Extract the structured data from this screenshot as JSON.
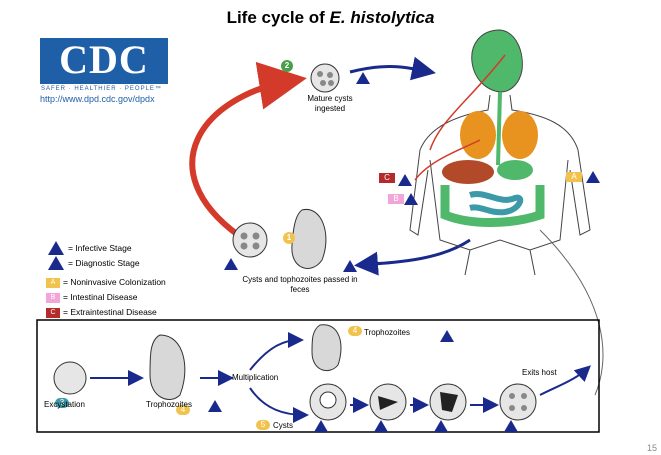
{
  "title": {
    "main": "Life cycle of ",
    "italic": "E. histolytica"
  },
  "logo": {
    "text": "CDC",
    "tagline": "SAFER · HEALTHIER · PEOPLE™",
    "url": "http://www.dpd.cdc.gov/dpdx"
  },
  "steps": {
    "step1": "Cysts and tophozoites passed in feces",
    "step2": "Mature cysts ingested",
    "excystation": "Excystation",
    "trophozoites_1": "Trophozoites",
    "multiplication": "Multiplication",
    "trophozoites_4": "Trophozoites",
    "cysts": "Cysts",
    "exits_host": "Exits host"
  },
  "legend": [
    {
      "symbol": "i",
      "text": "= Infective Stage",
      "color": "#1a2a8c"
    },
    {
      "symbol": "d",
      "text": "= Diagnostic Stage",
      "color": "#1a2a8c"
    },
    {
      "symbol": "A",
      "text": "= Noninvasive Colonization",
      "color": "#f2c24f"
    },
    {
      "symbol": "B",
      "text": "= Intestinal Disease",
      "color": "#f2a6d8"
    },
    {
      "symbol": "C",
      "text": "= Extraintestinal Disease",
      "color": "#b52a2a"
    }
  ],
  "step_numbers": {
    "n1": "1",
    "n2": "2",
    "n3": "3",
    "n4a": "4",
    "n4b": "4",
    "n5": "5"
  },
  "page_number": "15",
  "colors": {
    "navy": "#1a2a8c",
    "red_arrow": "#d43a2a",
    "yellow": "#f2c24f",
    "teal": "#3c9aa8",
    "green": "#4aa04a"
  }
}
